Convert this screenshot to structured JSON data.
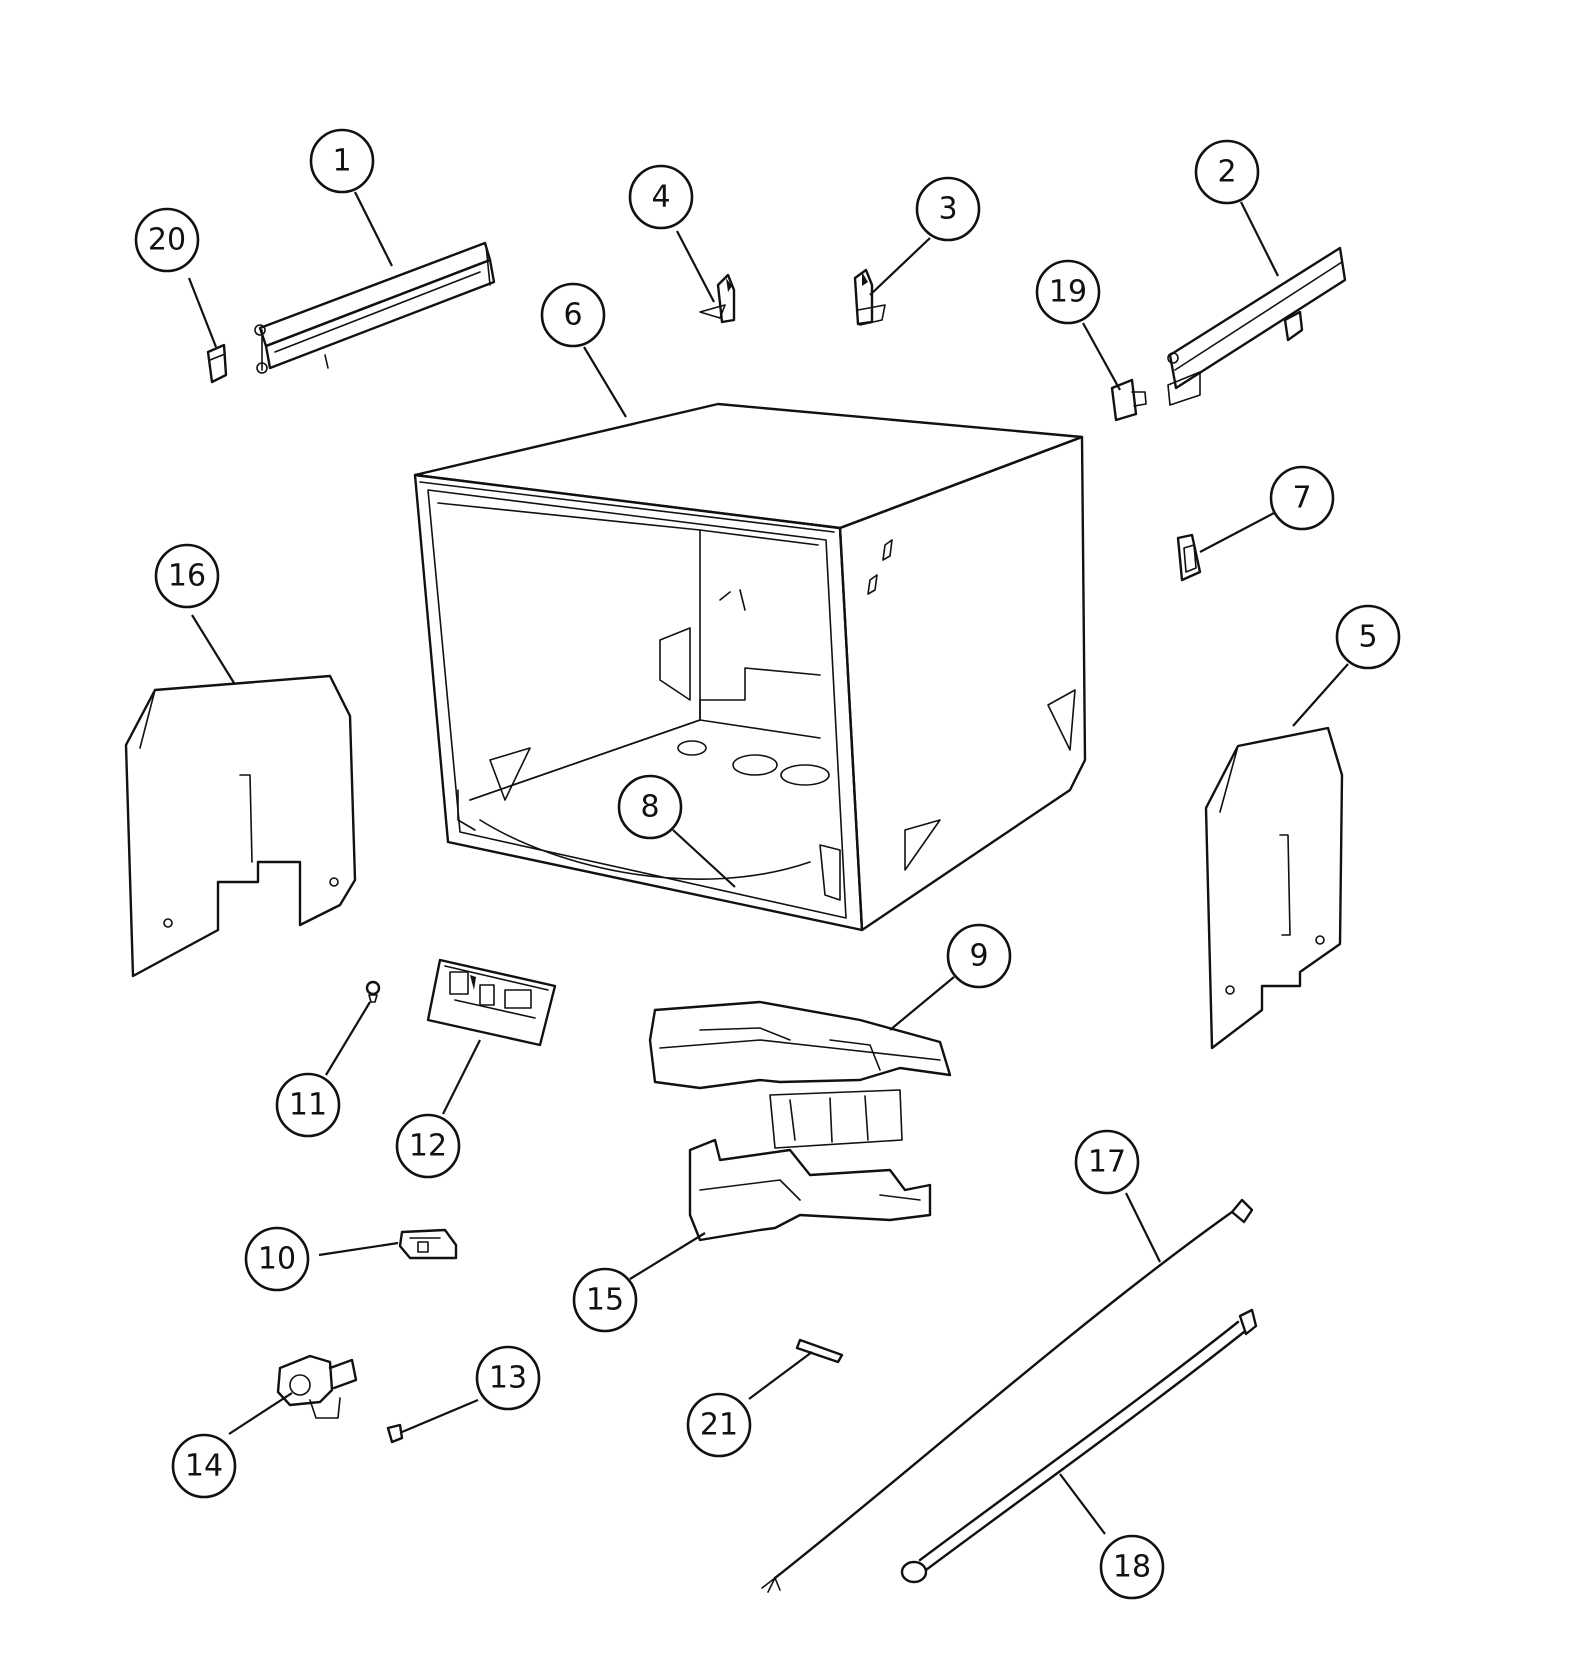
{
  "diagram": {
    "line_color": "#111111",
    "background_color": "#ffffff",
    "callouts": [
      {
        "id": "c1",
        "label": "1"
      },
      {
        "id": "c2",
        "label": "2"
      },
      {
        "id": "c3",
        "label": "3"
      },
      {
        "id": "c4",
        "label": "4"
      },
      {
        "id": "c5",
        "label": "5"
      },
      {
        "id": "c6",
        "label": "6"
      },
      {
        "id": "c7",
        "label": "7"
      },
      {
        "id": "c8",
        "label": "8"
      },
      {
        "id": "c9",
        "label": "9"
      },
      {
        "id": "c10",
        "label": "10"
      },
      {
        "id": "c11",
        "label": "11"
      },
      {
        "id": "c12",
        "label": "12"
      },
      {
        "id": "c13",
        "label": "13"
      },
      {
        "id": "c14",
        "label": "14"
      },
      {
        "id": "c15",
        "label": "15"
      },
      {
        "id": "c16",
        "label": "16"
      },
      {
        "id": "c17",
        "label": "17"
      },
      {
        "id": "c18",
        "label": "18"
      },
      {
        "id": "c19",
        "label": "19"
      },
      {
        "id": "c20",
        "label": "20"
      },
      {
        "id": "c21",
        "label": "21"
      }
    ]
  }
}
